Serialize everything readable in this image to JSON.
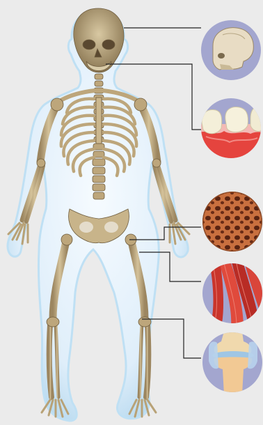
{
  "figure": {
    "background": "#ebebeb",
    "body_outline_color": "#bfe0f4",
    "bone_color": "#c8b48a",
    "bone_shadow": "#8f7a55",
    "callout_circle_color": "#a3a6cf",
    "leader_line_color": "#222222"
  },
  "callouts": [
    {
      "name": "skull-callout",
      "icon": "skull-icon",
      "target": "skull"
    },
    {
      "name": "teeth-callout",
      "icon": "teeth-gums-icon",
      "target": "jaw"
    },
    {
      "name": "bone-callout",
      "icon": "spongy-bone-icon",
      "target": "hip"
    },
    {
      "name": "muscle-callout",
      "icon": "muscle-fibers-icon",
      "target": "thigh"
    },
    {
      "name": "joint-callout",
      "icon": "knee-joint-icon",
      "target": "knee"
    }
  ]
}
